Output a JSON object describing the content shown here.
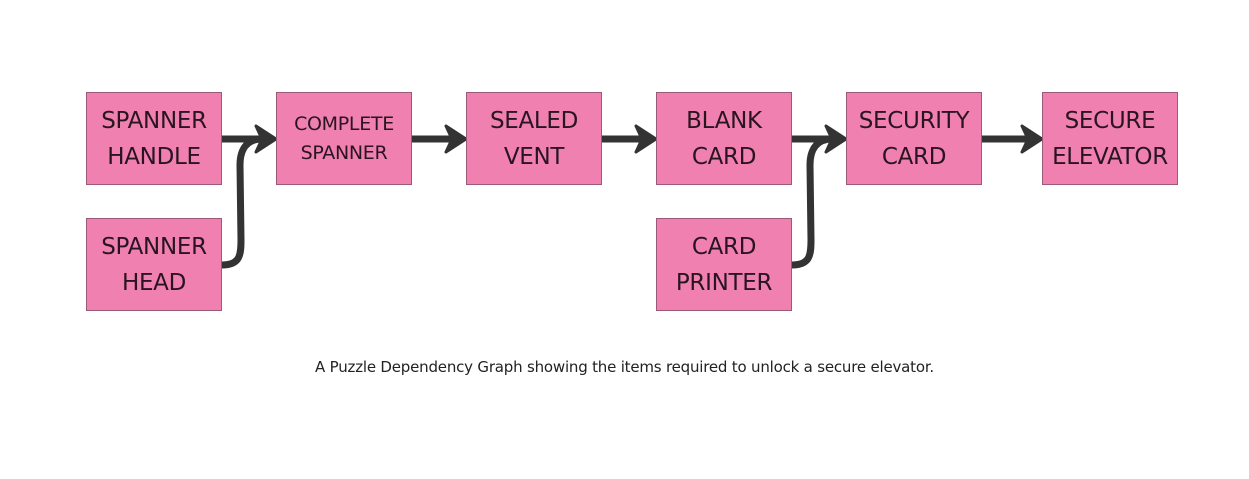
{
  "diagram": {
    "type": "puzzle-dependency-graph",
    "colors": {
      "node_fill": "#ef80b0",
      "node_border": "#9a5a78",
      "edge": "#333333",
      "text": "#2a1420"
    },
    "nodes": [
      {
        "id": "spanner-handle",
        "label": "SPANNER\nHANDLE"
      },
      {
        "id": "spanner-head",
        "label": "SPANNER\nHEAD"
      },
      {
        "id": "complete-spanner",
        "label": "COMPLETE\nSPANNER"
      },
      {
        "id": "sealed-vent",
        "label": "SEALED\nVENT"
      },
      {
        "id": "blank-card",
        "label": "BLANK\nCARD"
      },
      {
        "id": "card-printer",
        "label": "CARD\nPRINTER"
      },
      {
        "id": "security-card",
        "label": "SECURITY\nCARD"
      },
      {
        "id": "secure-elevator",
        "label": "SECURE\nELEVATOR"
      }
    ],
    "edges": [
      {
        "from": "spanner-handle",
        "to": "complete-spanner"
      },
      {
        "from": "spanner-head",
        "to": "complete-spanner"
      },
      {
        "from": "complete-spanner",
        "to": "sealed-vent"
      },
      {
        "from": "sealed-vent",
        "to": "blank-card"
      },
      {
        "from": "blank-card",
        "to": "security-card"
      },
      {
        "from": "card-printer",
        "to": "security-card"
      },
      {
        "from": "security-card",
        "to": "secure-elevator"
      }
    ]
  },
  "caption": "A Puzzle Dependency Graph showing the items required to unlock a secure elevator."
}
